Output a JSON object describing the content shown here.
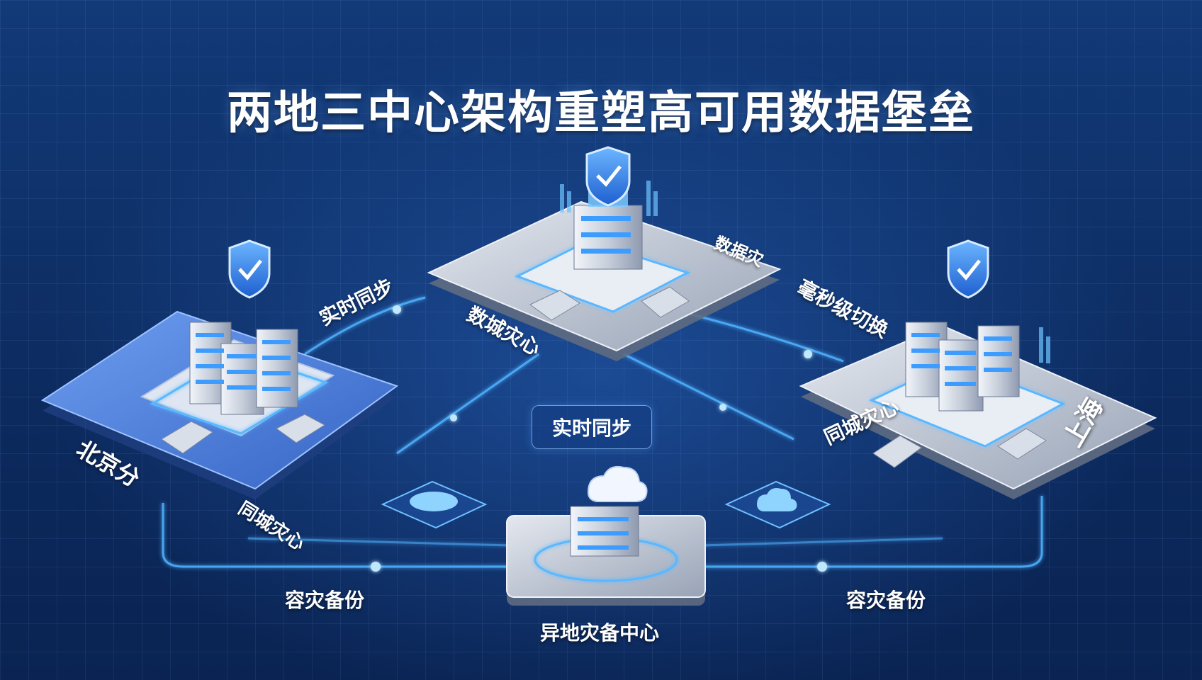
{
  "title": "两地三中心架构重塑高可用数据堡垒",
  "sites": {
    "left": {
      "name": "北京分"
    },
    "center": {
      "name": "数城灾心"
    },
    "right": {
      "name_a": "同城灾心",
      "name_b": "上海"
    },
    "bottom": {
      "name": "异地灾备中心"
    }
  },
  "links": {
    "sync_top_left": "实时同步",
    "sync_center": "实时同步",
    "tag_top_right": "数据灾",
    "switch": "毫秒级切换",
    "same_city": "同城灾心",
    "backup_left": "容灾备份",
    "backup_right": "容灾备份"
  },
  "colors": {
    "accent": "#3da8ff",
    "glow": "#7fd0ff",
    "platform_blue": "#4f86e0",
    "platform_silver": "#c7cfdb",
    "shield": "#2f7fe8"
  },
  "icons": [
    "shield-icon",
    "server-rack-icon",
    "cloud-icon",
    "staircase-icon"
  ]
}
